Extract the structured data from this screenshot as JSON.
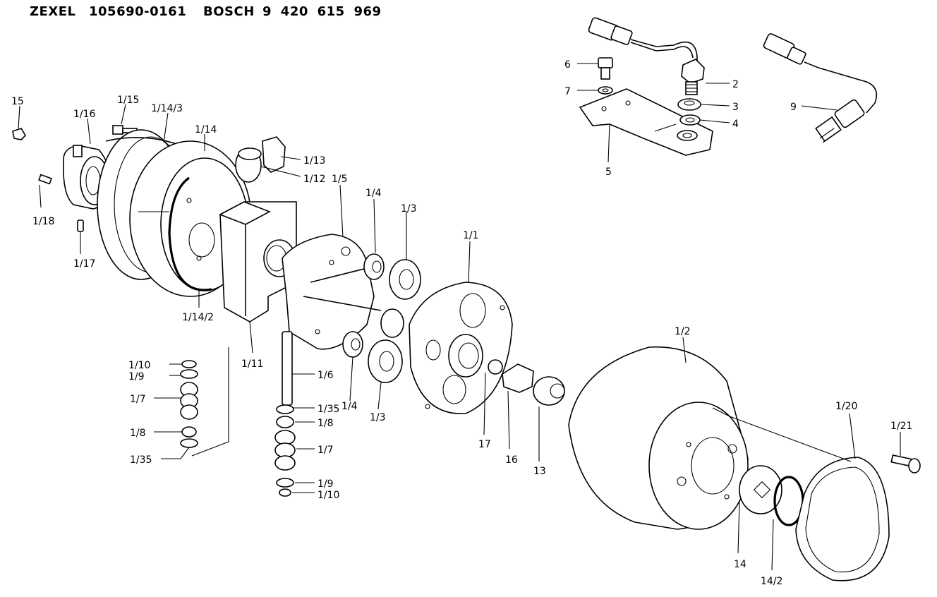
{
  "header": {
    "brand1": "ZEXEL",
    "part_no1": "105690-0161",
    "brand2": "BOSCH",
    "part_no2": "9 420 615 969"
  },
  "callouts": {
    "c15": "15",
    "c1_15": "1/15",
    "c1_16": "1/16",
    "c1_14_3": "1/14/3",
    "c1_14": "1/14",
    "c1_13": "1/13",
    "c1_12": "1/12",
    "c1_5": "1/5",
    "c1_4a": "1/4",
    "c1_3a": "1/3",
    "c1_1": "1/1",
    "c1_18": "1/18",
    "c1_17": "1/17",
    "c1_14_2": "1/14/2",
    "c1_11": "1/11",
    "c1_6": "1/6",
    "c1_35a": "1/35",
    "c1_4b": "1/4",
    "c1_3b": "1/3",
    "c1_8b": "1/8",
    "c1_7b": "1/7",
    "c1_9b": "1/9",
    "c1_10b": "1/10",
    "c1_10a": "1/10",
    "c1_9a": "1/9",
    "c1_7a": "1/7",
    "c1_8a": "1/8",
    "c1_35b": "1/35",
    "c17": "17",
    "c16": "16",
    "c13": "13",
    "c1_2": "1/2",
    "c1_20": "1/20",
    "c1_21": "1/21",
    "c14": "14",
    "c14_2": "14/2",
    "c2": "2",
    "c3": "3",
    "c4": "4",
    "c5": "5",
    "c6": "6",
    "c7": "7",
    "c9": "9"
  }
}
